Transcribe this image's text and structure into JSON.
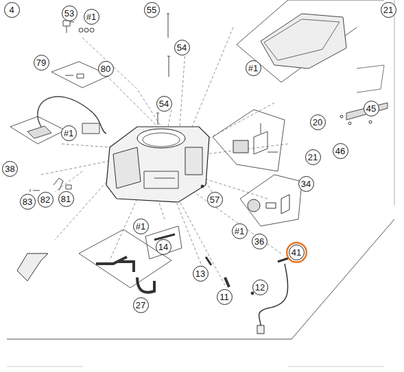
{
  "diagram": {
    "labels": [
      "4",
      "53",
      "#1",
      "55",
      "21",
      "79",
      "80",
      "54",
      "#1",
      "54",
      "45",
      "#1",
      "20",
      "21",
      "46",
      "38",
      "34",
      "57",
      "83",
      "82",
      "81",
      "#1",
      "14",
      "#1",
      "36",
      "41",
      "13",
      "12",
      "11",
      "27"
    ]
  }
}
